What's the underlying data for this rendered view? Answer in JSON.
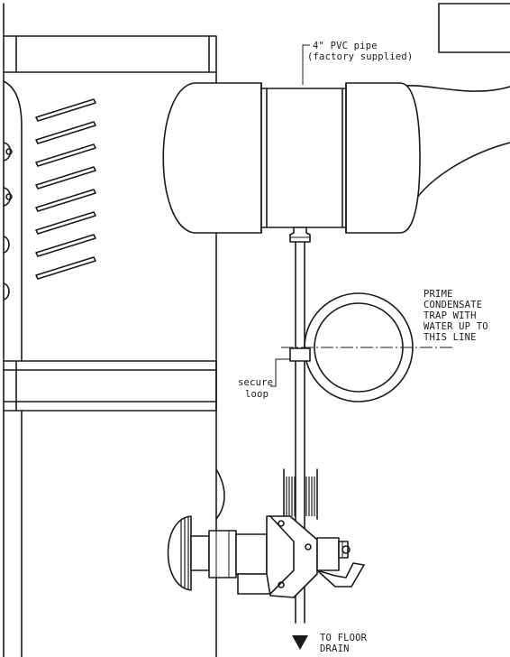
{
  "labels": {
    "pipe_line1": "4\" PVC pipe",
    "pipe_line2": "(factory supplied)",
    "trap_line1": "PRIME",
    "trap_line2": "CONDENSATE",
    "trap_line3": "TRAP WITH",
    "trap_line4": "WATER UP TO",
    "trap_line5": "THIS LINE",
    "loop_line1": "secure",
    "loop_line2": "loop",
    "drain_line1": "TO FLOOR",
    "drain_line2": "DRAIN"
  },
  "colors": {
    "stroke": "#1a1a1a",
    "background": "#ffffff"
  }
}
